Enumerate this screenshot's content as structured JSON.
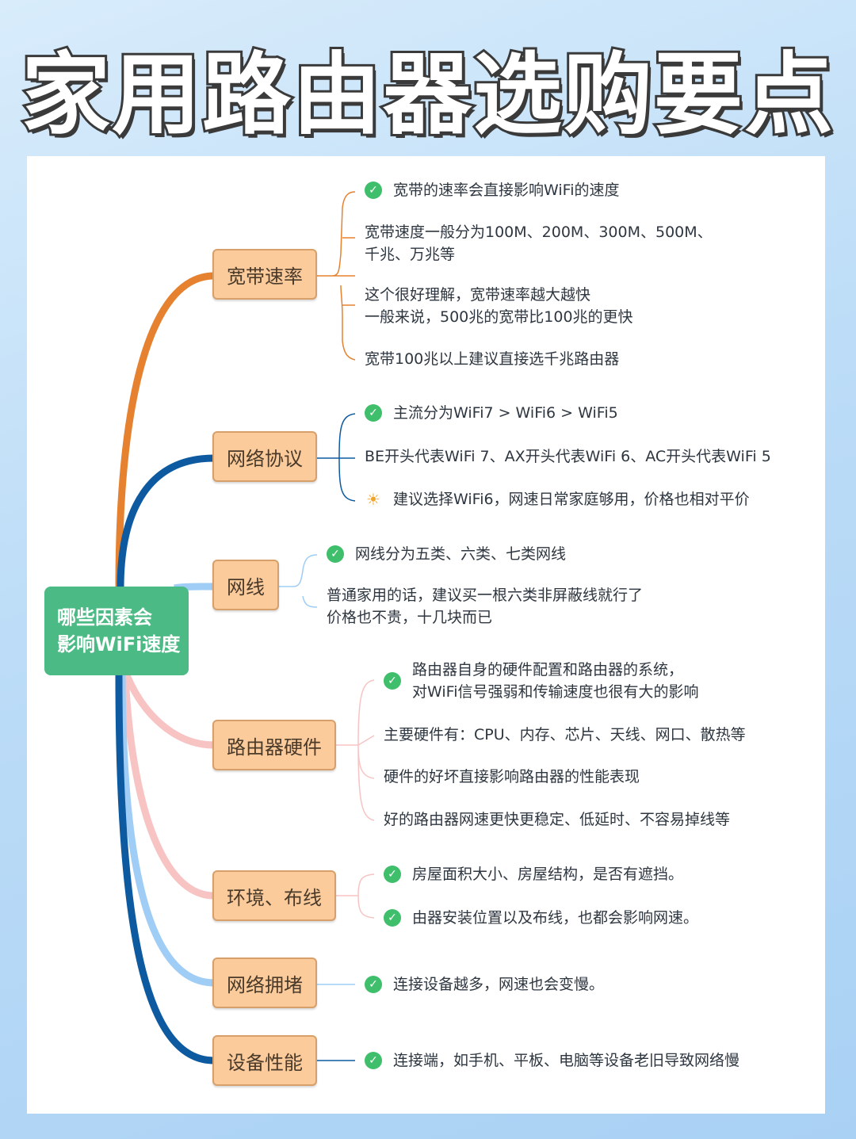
{
  "title": "家用路由器选购要点",
  "root": {
    "line1": "哪些因素会",
    "line2": "影响WiFi速度"
  },
  "branches": [
    {
      "label": "宽带速率",
      "items": [
        {
          "icon": "check",
          "lines": [
            "宽带的速率会直接影响WiFi的速度"
          ]
        },
        {
          "icon": "",
          "lines": [
            "宽带速度一般分为100M、200M、300M、500M、",
            "千兆、万兆等"
          ]
        },
        {
          "icon": "",
          "lines": [
            "这个很好理解，宽带速率越大越快",
            "一般来说，500兆的宽带比100兆的更快"
          ]
        },
        {
          "icon": "",
          "lines": [
            "宽带100兆以上建议直接选千兆路由器"
          ]
        }
      ]
    },
    {
      "label": "网络协议",
      "items": [
        {
          "icon": "check",
          "lines": [
            "主流分为WiFi7 > WiFi6 > WiFi5"
          ]
        },
        {
          "icon": "",
          "lines": [
            "BE开头代表WiFi 7、AX开头代表WiFi 6、AC开头代表WiFi 5"
          ]
        },
        {
          "icon": "bulb",
          "lines": [
            "建议选择WiFi6，网速日常家庭够用，价格也相对平价"
          ]
        }
      ]
    },
    {
      "label": "网线",
      "items": [
        {
          "icon": "check",
          "lines": [
            "网线分为五类、六类、七类网线"
          ]
        },
        {
          "icon": "",
          "lines": [
            "普通家用的话，建议买一根六类非屏蔽线就行了",
            "价格也不贵，十几块而已"
          ]
        }
      ]
    },
    {
      "label": "路由器硬件",
      "items": [
        {
          "icon": "check",
          "lines": [
            "路由器自身的硬件配置和路由器的系统，",
            "对WiFi信号强弱和传输速度也很有大的影响"
          ]
        },
        {
          "icon": "",
          "lines": [
            "主要硬件有：CPU、内存、芯片、天线、网口、散热等"
          ]
        },
        {
          "icon": "",
          "lines": [
            "硬件的好坏直接影响路由器的性能表现"
          ]
        },
        {
          "icon": "",
          "lines": [
            "好的路由器网速更快更稳定、低延时、不容易掉线等"
          ]
        }
      ]
    },
    {
      "label": "环境、布线",
      "items": [
        {
          "icon": "check",
          "lines": [
            "房屋面积大小、房屋结构，是否有遮挡。"
          ]
        },
        {
          "icon": "check",
          "lines": [
            "由器安装位置以及布线，也都会影响网速。"
          ]
        }
      ]
    },
    {
      "label": "网络拥堵",
      "items": [
        {
          "icon": "check",
          "lines": [
            "连接设备越多，网速也会变慢。"
          ]
        }
      ]
    },
    {
      "label": "设备性能",
      "items": [
        {
          "icon": "check",
          "lines": [
            "连接端，如手机、平板、电脑等设备老旧导致网络慢"
          ]
        }
      ]
    }
  ],
  "colors": {
    "root": "#4cba84",
    "node": "#fbcb9b",
    "link_orange": "#e6822f",
    "link_navy": "#0d5aa0",
    "link_lightblue": "#9fcdf5",
    "link_pink": "#f8c3c3"
  }
}
